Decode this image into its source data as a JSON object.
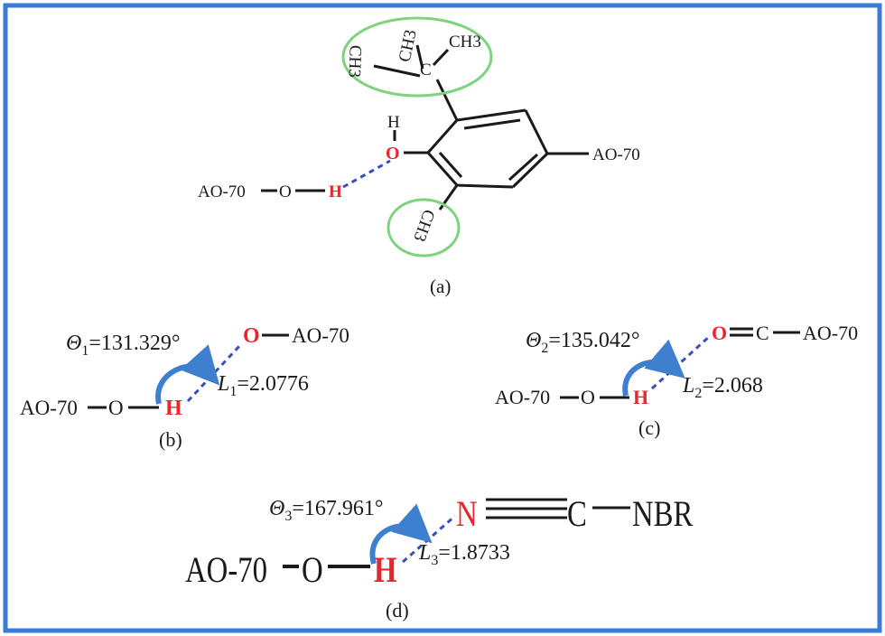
{
  "colors": {
    "frame": "#3a7bd5",
    "bond": "#1a1a1a",
    "ellipse": "#7ed37e",
    "heteroatom": "#e8262e",
    "hbond": "#3b4fb8",
    "arrow": "#3e7fd0"
  },
  "panel_a": {
    "ch3_top": "CH3",
    "ch3_right": "CH3",
    "ch3_left": "CH3",
    "c_quat": "C",
    "h_oh": "H",
    "o_phenol": "O",
    "ao70_right": "AO-70",
    "ao70_left": "AO-70",
    "o_left": "O",
    "h_left": "H",
    "ch3_bottom": "CH3",
    "label": "(a)"
  },
  "panel_b": {
    "theta_sym": "Θ",
    "theta_sub": "1",
    "theta_val": "=131.329°",
    "o_top": "O",
    "ao70_top": "AO-70",
    "l_sym": "L",
    "l_sub": "1",
    "l_val": "=2.0776",
    "ao70_left": "AO-70",
    "o_left": "O",
    "h": "H",
    "label": "(b)"
  },
  "panel_c": {
    "theta_sym": "Θ",
    "theta_sub": "2",
    "theta_val": "=135.042°",
    "o_top": "O",
    "c_top": "C",
    "ao70_top": "AO-70",
    "l_sym": "L",
    "l_sub": "2",
    "l_val": "=2.068",
    "ao70_left": "AO-70",
    "o_left": "O",
    "h": "H",
    "label": "(c)"
  },
  "panel_d": {
    "theta_sym": "Θ",
    "theta_sub": "3",
    "theta_val": "=167.961°",
    "n": "N",
    "c": "C",
    "nbr": "NBR",
    "l_sym": "L",
    "l_sub": "3",
    "l_val": "=1.8733",
    "ao70": "AO-70",
    "o": "O",
    "h": "H",
    "label": "(d)"
  }
}
